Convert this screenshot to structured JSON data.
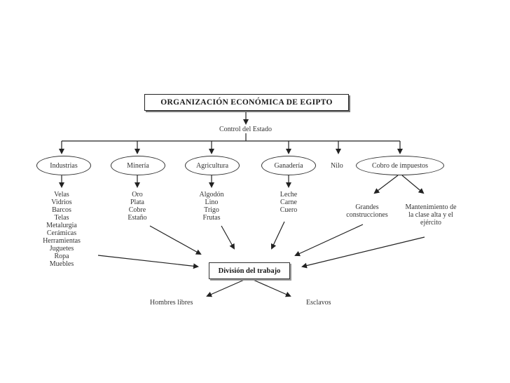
{
  "title": "ORGANIZACIÓN ECONÓMICA DE EGIPTO",
  "control": "Control del Estado",
  "sectors": [
    {
      "name": "Industrias",
      "items": [
        "Velas",
        "Vidrios",
        "Barcos",
        "Telas",
        "Metalurgia",
        "Cerámicas",
        "Herramientas",
        "Juguetes",
        "Ropa",
        "Muebles"
      ]
    },
    {
      "name": "Minería",
      "items": [
        "Oro",
        "Plata",
        "Cobre",
        "Estaño"
      ]
    },
    {
      "name": "Agricultura",
      "items": [
        "Algodón",
        "Lino",
        "Trigo",
        "Frutas"
      ]
    },
    {
      "name": "Ganadería",
      "items": [
        "Leche",
        "Carne",
        "Cuero"
      ]
    },
    {
      "name": "Nilo",
      "items": []
    },
    {
      "name": "Cobro de impuestos",
      "items": []
    }
  ],
  "taxes_uses": [
    "Grandes construcciones",
    "Mantenimiento de la clase alta y el ejército"
  ],
  "division": "División del trabajo",
  "outcomes": [
    "Hombres libres",
    "Esclavos"
  ]
}
